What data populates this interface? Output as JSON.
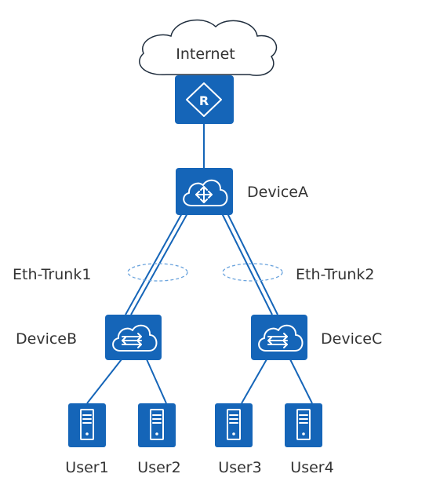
{
  "labels": {
    "internet": "Internet",
    "device_a": "DeviceA",
    "device_b": "DeviceB",
    "device_c": "DeviceC",
    "eth_trunk1": "Eth-Trunk1",
    "eth_trunk2": "Eth-Trunk2",
    "user1": "User1",
    "user2": "User2",
    "user3": "User3",
    "user4": "User4"
  },
  "icons": {
    "router": "router-icon",
    "core_switch": "core-switch-icon",
    "access_switch": "access-switch-icon",
    "server": "server-icon",
    "cloud": "cloud-icon"
  },
  "colors": {
    "device": "#1565b8",
    "trunk_ring": "#6aa3dd",
    "text": "#333333"
  }
}
